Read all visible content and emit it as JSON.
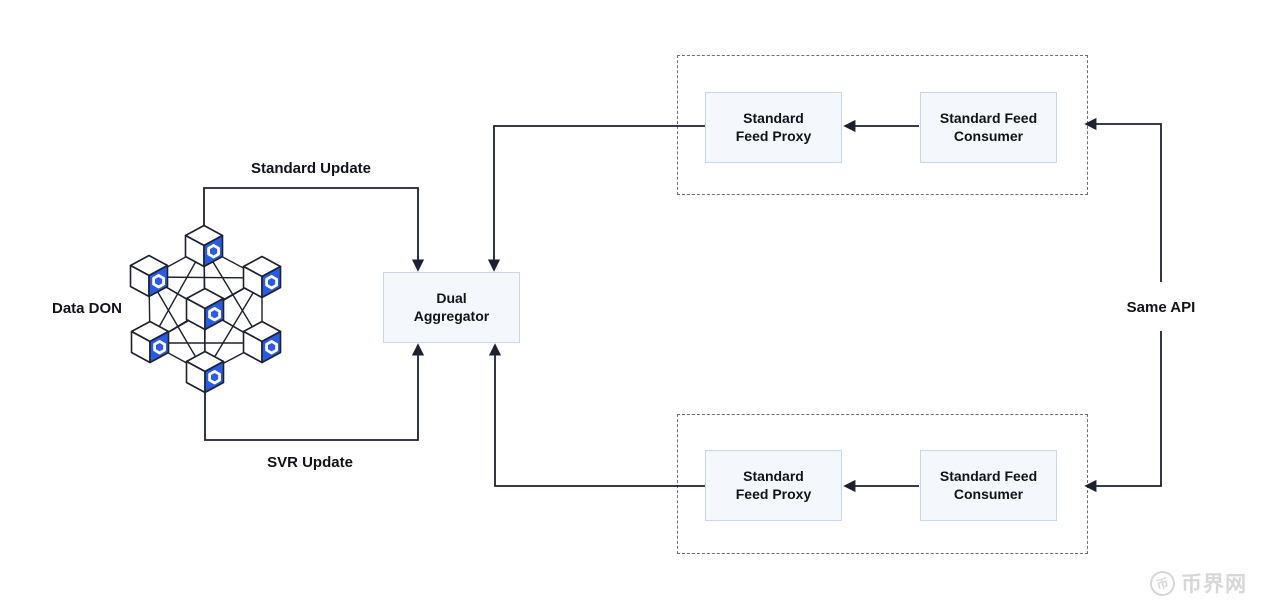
{
  "colors": {
    "line": "#1c2130",
    "text": "#10131c",
    "box_fill": "#f4f8fd",
    "box_border": "#c7d6ee",
    "node_blue": "#2b5be3",
    "dashed": "#6f6f6f",
    "watermark": "#d7d7d7",
    "bg": "#ffffff"
  },
  "don": {
    "label": "Data DON",
    "node_count": 7,
    "node_icon": "chainlink-hexagon-cube"
  },
  "connector_labels": {
    "standard_update": "Standard Update",
    "svr_update": "SVR Update",
    "same_api": "Same API"
  },
  "aggregator": {
    "label": "Dual Aggregator"
  },
  "top_group": {
    "proxy_label": "Standard Feed Proxy",
    "consumer_label": "Standard Feed Consumer"
  },
  "bottom_group": {
    "proxy_label": "Standard Feed Proxy",
    "consumer_label": "Standard Feed Consumer"
  },
  "watermark": {
    "symbol": "币",
    "text": "币界网"
  }
}
